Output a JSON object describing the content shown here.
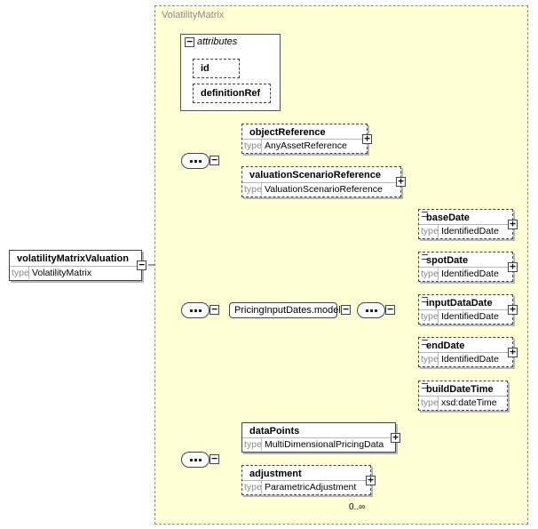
{
  "diagram": {
    "complex_type_title": "VolatilityMatrix",
    "type_key": "type",
    "root": {
      "name": "volatilityMatrixValuation",
      "type": "VolatilityMatrix"
    },
    "attributes": {
      "title": "attributes",
      "items": [
        "id",
        "definitionRef"
      ]
    },
    "seq1": [
      {
        "name": "objectReference",
        "type": "AnyAssetReference"
      },
      {
        "name": "valuationScenarioReference",
        "type": "ValuationScenarioReference"
      }
    ],
    "group": {
      "name": "PricingInputDates.model"
    },
    "group_elements": [
      {
        "name": "baseDate",
        "type": "IdentifiedDate"
      },
      {
        "name": "spotDate",
        "type": "IdentifiedDate"
      },
      {
        "name": "inputDataDate",
        "type": "IdentifiedDate"
      },
      {
        "name": "endDate",
        "type": "IdentifiedDate"
      },
      {
        "name": "buildDateTime",
        "type": "xsd:dateTime"
      }
    ],
    "seq3": [
      {
        "name": "dataPoints",
        "type": "MultiDimensionalPricingData"
      },
      {
        "name": "adjustment",
        "type": "ParametricAdjustment",
        "occurrence": "0..∞"
      }
    ]
  }
}
